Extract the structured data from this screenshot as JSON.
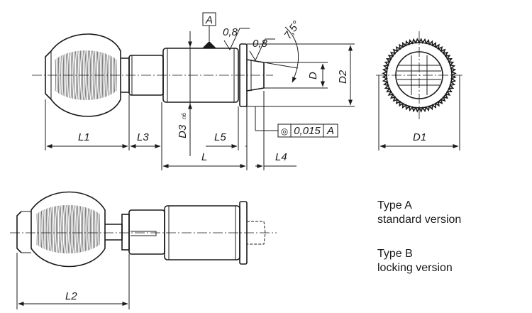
{
  "datum_box": "A",
  "roughness": [
    "0,8",
    "0,8"
  ],
  "angle": "7,5°",
  "tolerance_frame": {
    "symbol": "◎",
    "value": "0,015",
    "datum": "A"
  },
  "dims": {
    "L1": "L1",
    "L3": "L3",
    "L": "L",
    "L5": "L5",
    "L4": "L4",
    "D": "D",
    "D2": "D2",
    "D3": "D3",
    "D3_fit": "n6",
    "D1": "D1",
    "L2": "L2"
  },
  "notes": {
    "type_a_title": "Type A",
    "type_a_desc": "standard version",
    "type_b_title": "Type B",
    "type_b_desc": "locking version"
  }
}
